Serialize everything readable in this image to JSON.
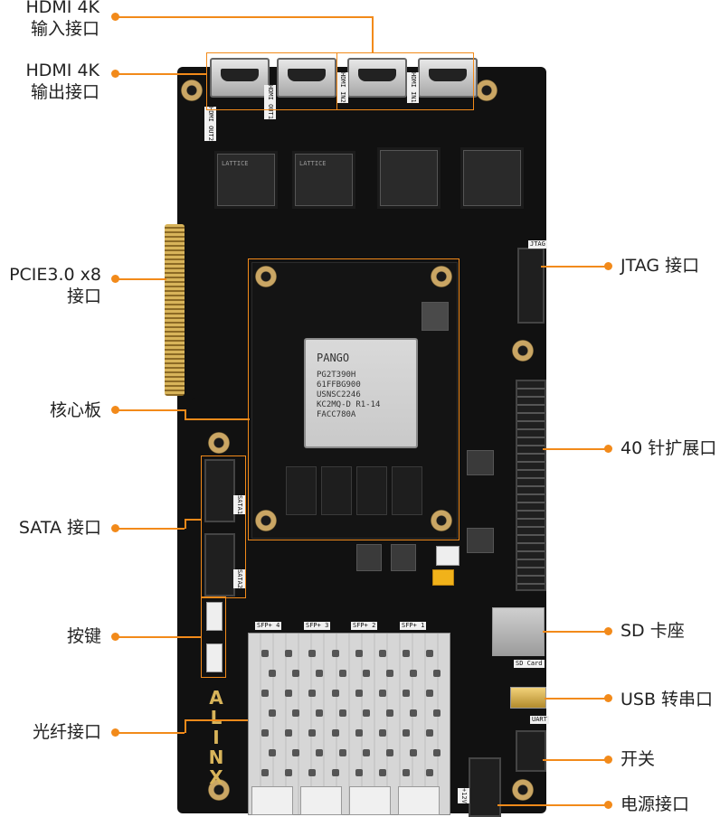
{
  "labels": {
    "hdmi_in": [
      "HDMI 4K",
      "输入接口"
    ],
    "hdmi_out": [
      "HDMI 4K",
      "输出接口"
    ],
    "pcie": [
      "PCIE3.0 x8",
      "接口"
    ],
    "core_board": "核心板",
    "sata": "SATA 接口",
    "buttons": "按键",
    "fiber": "光纤接口",
    "jtag": "JTAG 接口",
    "gpio40": "40 针扩展口",
    "sd": "SD 卡座",
    "usb_uart": "USB 转串口",
    "switch": "开关",
    "power": "电源接口"
  },
  "board": {
    "silk": {
      "hdmi_out1": "HDMI OUT1",
      "hdmi_out2": "HDMI OUT2",
      "hdmi_in1": "HDMI IN1",
      "hdmi_in2": "HDMI IN2",
      "sfp1": "SFP+ 1",
      "sfp2": "SFP+ 2",
      "sfp3": "SFP+ 3",
      "sfp4": "SFP+ 4",
      "sata1": "SATA1",
      "sata2": "SATA2",
      "jtag": "JTAG",
      "sd_card": "SD Card",
      "uart": "UART",
      "v12": "+12V",
      "alinx": "ALINX"
    },
    "fpga": {
      "brand": "PANGO",
      "lines": [
        "PG2T390H",
        "61FFBG900",
        "USNSC2246",
        "KC2MQ-D  R1-14",
        "FACC780A"
      ]
    },
    "lattice": "LATTICE"
  },
  "colors": {
    "accent": "#f28a1a",
    "pcb": "#111111",
    "gold": "#d8b45a"
  }
}
